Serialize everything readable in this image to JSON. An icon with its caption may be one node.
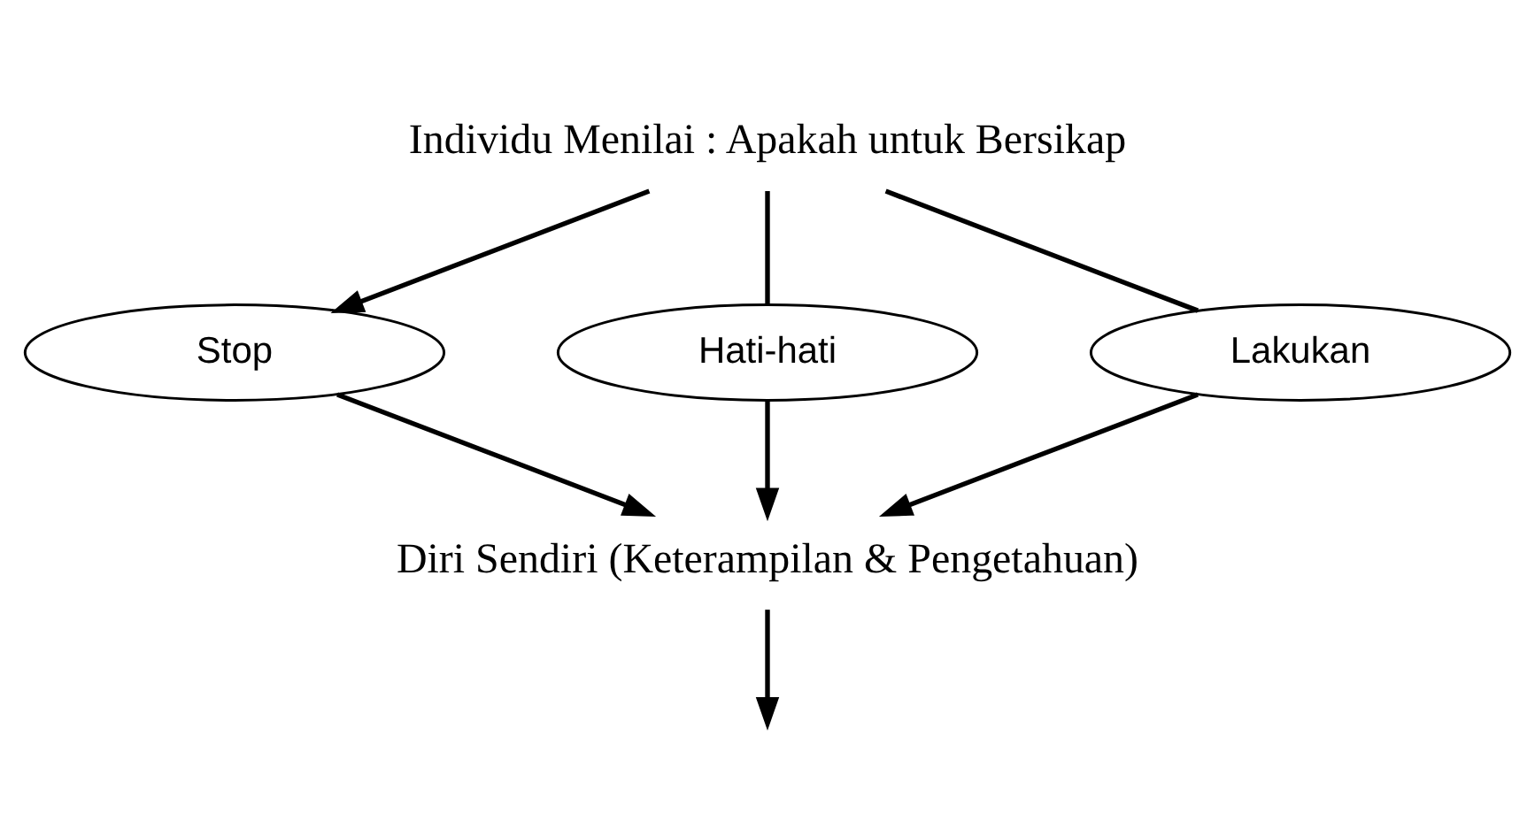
{
  "diagram": {
    "nodes": [
      {
        "text": [
          "Individu Menilai : Apakah untuk Bersikap"
        ]
      },
      {
        "text": [
          "Stop"
        ]
      },
      {
        "text": [
          "Hati-hati"
        ]
      },
      {
        "text": [
          "Lakukan"
        ]
      },
      {
        "text": [
          "Diri Sendiri (Keterampilan & Pengetahuan)"
        ]
      }
    ],
    "edges": [
      {
        "from": 0,
        "to": 1,
        "arrow": "to"
      },
      {
        "from": 0,
        "to": 2,
        "arrow": "none"
      },
      {
        "from": 0,
        "to": 3,
        "arrow": "none"
      },
      {
        "from": 1,
        "to": 4,
        "arrow": "to"
      },
      {
        "from": 2,
        "to": 4,
        "arrow": "to"
      },
      {
        "from": 3,
        "to": 4,
        "arrow": "to"
      },
      {
        "from": 4,
        "to": null,
        "arrow": "to"
      }
    ]
  }
}
